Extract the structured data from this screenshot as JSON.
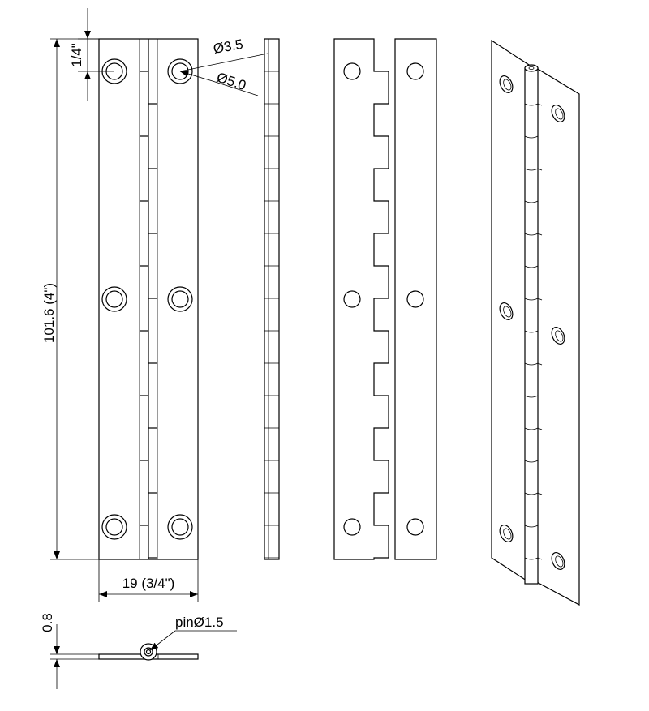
{
  "dimensions": {
    "edge_offset": "1/4\"",
    "small_hole": "Ø3.5",
    "large_hole": "Ø5.0",
    "length": "101.6 (4\")",
    "width": "19 (3/4\")",
    "thickness": "0.8",
    "pin": "pinØ1.5"
  },
  "colors": {
    "line": "#000000",
    "background": "#ffffff"
  }
}
